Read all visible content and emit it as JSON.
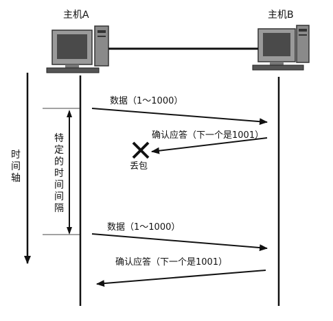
{
  "hosts": {
    "a_label": "主机A",
    "b_label": "主机B"
  },
  "messages": {
    "data1": "数据（1～1000）",
    "ack1": "确认应答（下一个是1001）",
    "lost": "丢包",
    "data2": "数据（1～1000）",
    "ack2": "确认应答（下一个是1001）"
  },
  "axis": {
    "time_label": "时间轴",
    "interval_label": "特定的时间间隔"
  },
  "colors": {
    "line": "#111111",
    "monitor": "#9a9a9a",
    "screen": "#4a4a4a"
  },
  "icons": {
    "host_a": "computer-icon",
    "host_b": "computer-icon",
    "loss": "cross-mark-icon"
  }
}
